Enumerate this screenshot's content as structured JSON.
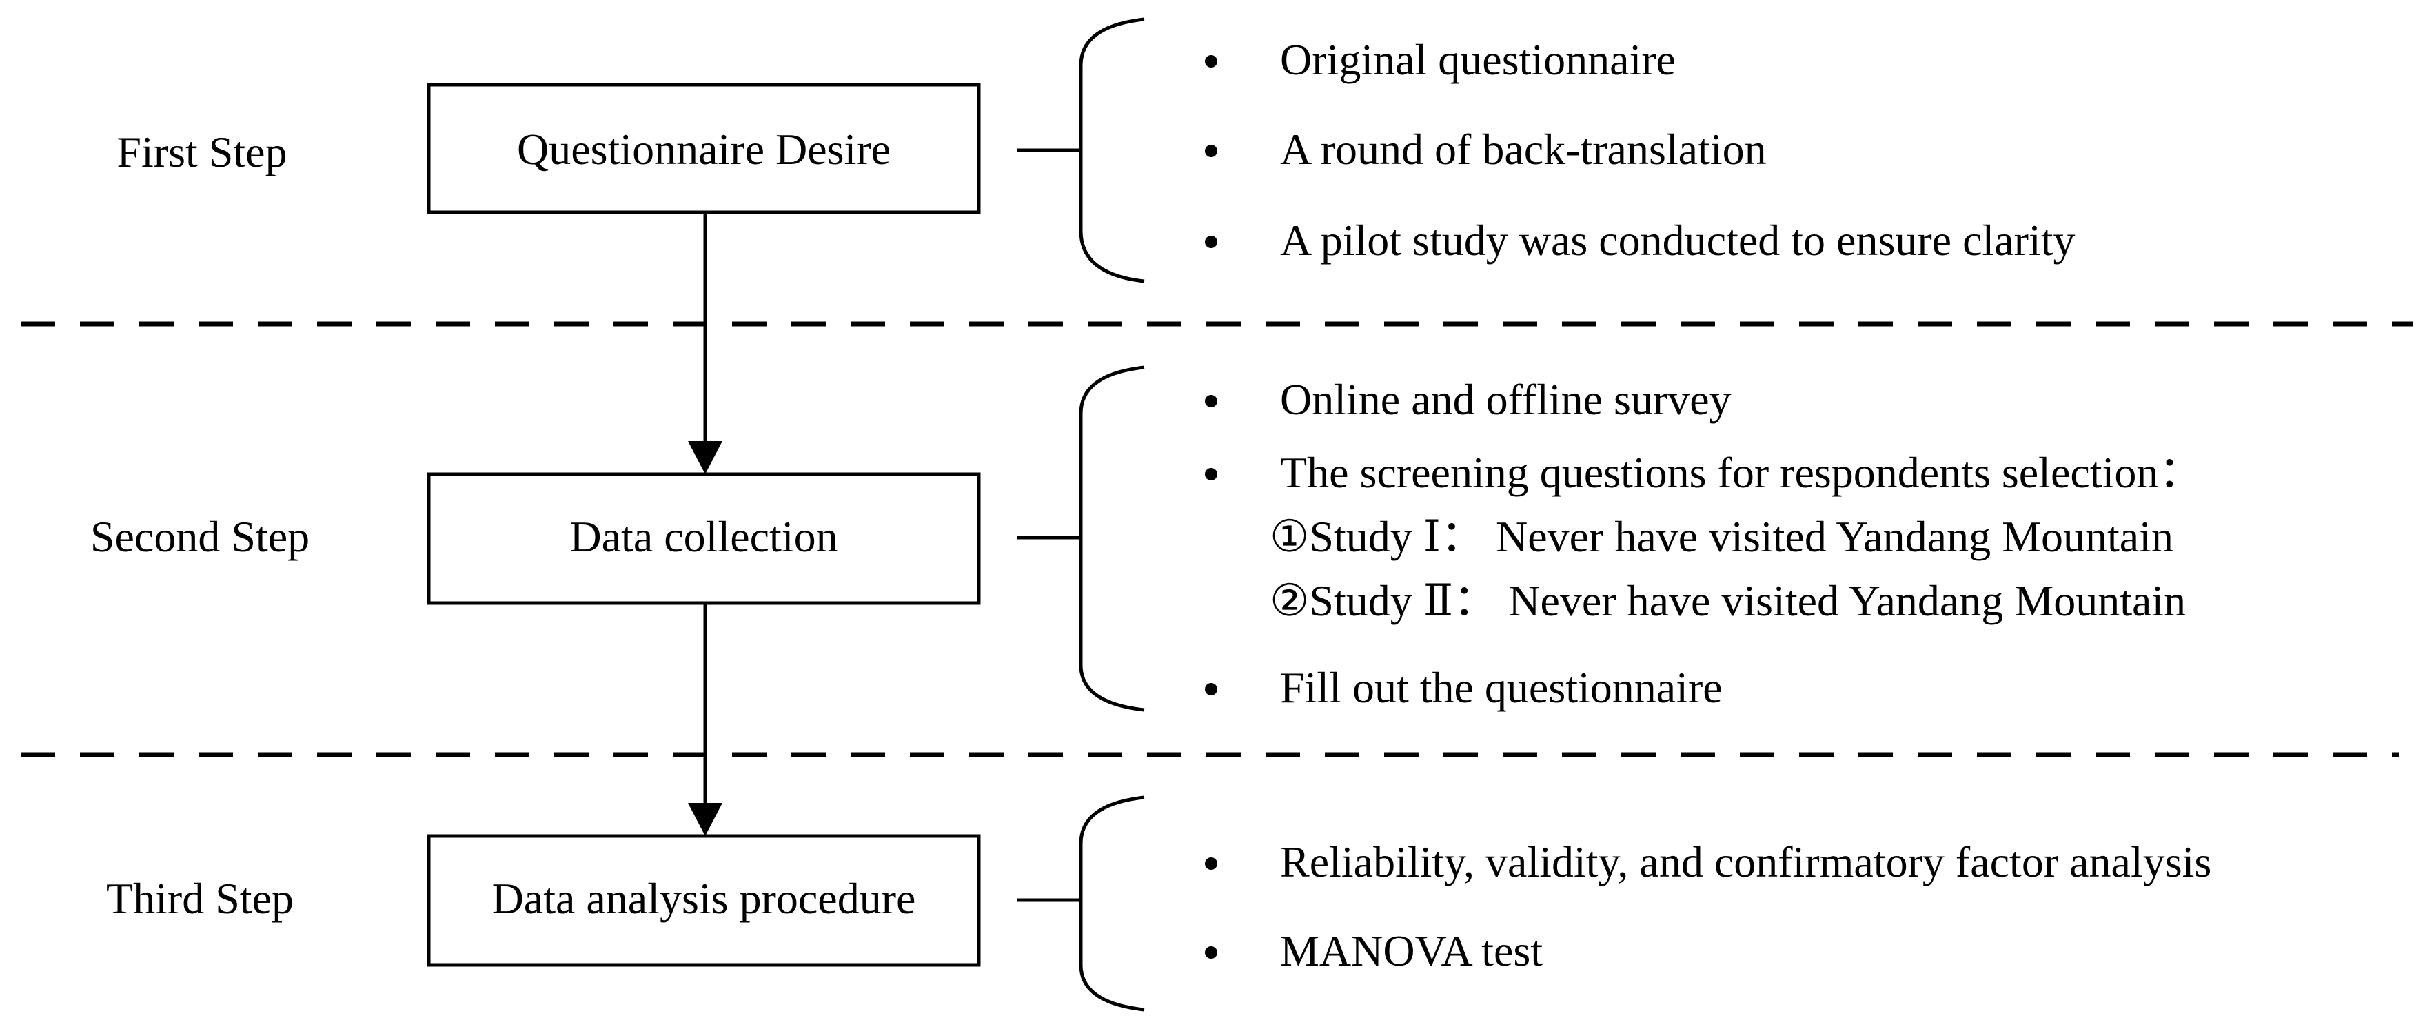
{
  "steps": [
    {
      "label": "First Step",
      "box": "Questionnaire Desire",
      "items": [
        "Original questionnaire",
        "A round of back-translation",
        "A pilot study was conducted to ensure clarity"
      ]
    },
    {
      "label": "Second Step",
      "box": "Data collection",
      "items": [
        "Online and offline survey",
        "The screening questions for respondents selection："
      ],
      "subitems": [
        "①Study Ⅰ：  Never have visited Yandang Mountain",
        "②Study Ⅱ：  Never have visited Yandang Mountain"
      ],
      "final_item": "Fill out the questionnaire"
    },
    {
      "label": "Third Step",
      "box": "Data analysis procedure",
      "items": [
        "Reliability, validity, and confirmatory factor analysis",
        "MANOVA test"
      ]
    }
  ],
  "colors": {
    "stroke": "#000000",
    "background": "#ffffff"
  }
}
